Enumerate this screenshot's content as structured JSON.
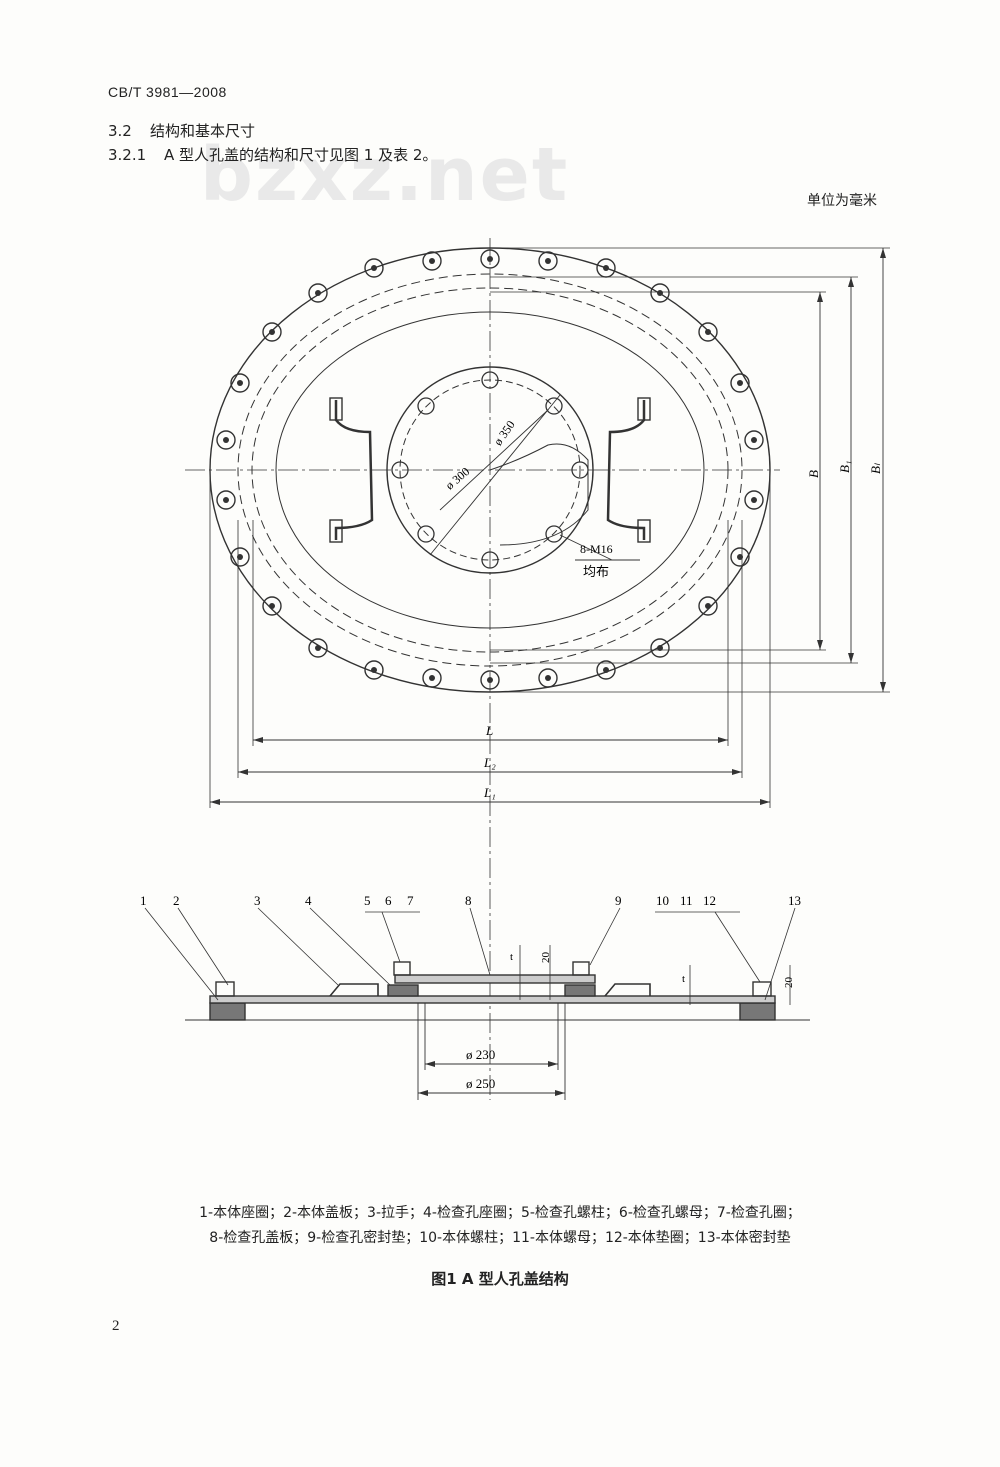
{
  "header": {
    "standard_code": "CB/T 3981—2008"
  },
  "section": {
    "number": "3.2",
    "title": "结构和基本尺寸"
  },
  "subsection": {
    "number": "3.2.1",
    "text": "A 型人孔盖的结构和尺寸见图 1 及表 2。"
  },
  "watermark": "bzxz.net",
  "unit_note": "单位为毫米",
  "drawing": {
    "dims": {
      "d300": "ø 300",
      "d350": "ø 350",
      "bolt_spec": "8-M16",
      "bolt_note": "均布",
      "L": "L",
      "L2": "L₂",
      "L1": "L₁",
      "B": "B",
      "B1": "B₁",
      "Bl": "Bₗ",
      "d230": "ø 230",
      "d250": "ø 250",
      "t": "t",
      "twenty": "20"
    },
    "part_numbers": [
      "1",
      "2",
      "3",
      "4",
      "5",
      "6",
      "7",
      "8",
      "9",
      "10",
      "11",
      "12",
      "13"
    ]
  },
  "legend": {
    "line1": "1-本体座圈；2-本体盖板；3-拉手；4-检查孔座圈；5-检查孔螺柱；6-检查孔螺母；7-检查孔圈；",
    "line2": "8-检查孔盖板；9-检查孔密封垫；10-本体螺柱；11-本体螺母；12-本体垫圈；13-本体密封垫"
  },
  "figure_caption": "图1  A 型人孔盖结构",
  "page_number": "2"
}
